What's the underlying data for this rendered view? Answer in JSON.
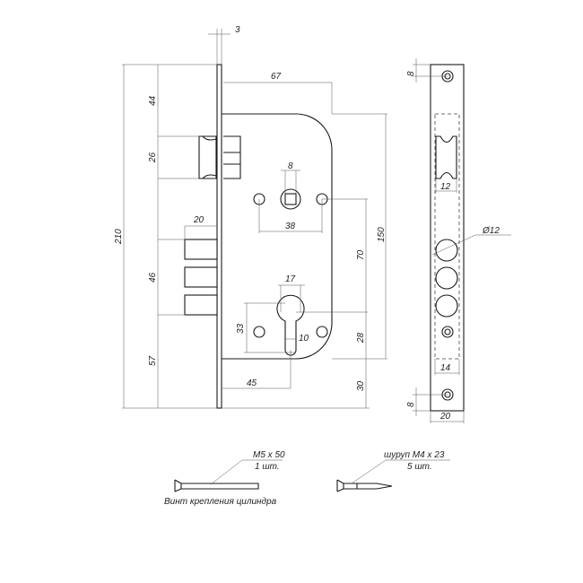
{
  "dimensions": {
    "faceplate_thickness": "3",
    "backset_total": "67",
    "top_to_latch": "44",
    "latch_height": "26",
    "overall_height": "210",
    "spindle_square": "8",
    "screw_spacing_spindle": "38",
    "bolt_projection": "20",
    "bolts_height": "46",
    "case_height": "150",
    "spindle_to_cylinder": "70",
    "cylinder_width": "17",
    "cylinder_height": "33",
    "cylinder_slot": "10",
    "cylinder_to_case_bottom": "28",
    "bottom_to_bolts": "57",
    "backset": "45",
    "case_bottom_to_plate_end": "30"
  },
  "faceplate_view": {
    "top_hole_offset": "8",
    "latch_cutout_width": "12",
    "bolt_hole_diameter": "Ø12",
    "cutout_width": "14",
    "bottom_hole_offset": "8",
    "plate_width": "20"
  },
  "accessories": [
    {
      "spec": "M5 x 50",
      "qty": "1 шт.",
      "caption": "Винт крепления цилиндра"
    },
    {
      "spec": "шуруп M4 x 23",
      "qty": "5 шт."
    }
  ]
}
